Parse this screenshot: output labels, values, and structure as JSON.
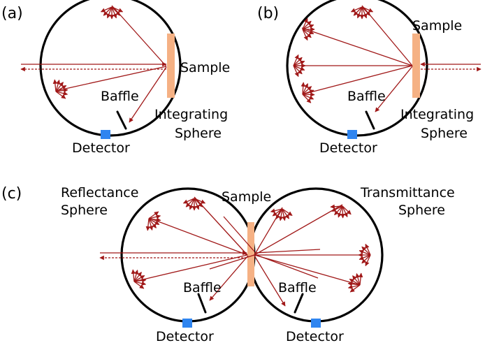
{
  "panels": {
    "a": {
      "label": "(a)",
      "sample_label": "Sample",
      "baffle_label": "Baffle",
      "sphere_label_line1": "Integrating",
      "sphere_label_line2": "Sphere",
      "detector_label": "Detector"
    },
    "b": {
      "label": "(b)",
      "sample_label": "Sample",
      "baffle_label": "Baffle",
      "sphere_label_line1": "Integrating",
      "sphere_label_line2": "Sphere",
      "detector_label": "Detector"
    },
    "c": {
      "label": "(c)",
      "reflectance_line1": "Reflectance",
      "reflectance_line2": "Sphere",
      "sample_label": "Sample",
      "transmittance_line1": "Transmittance",
      "transmittance_line2": "Sphere",
      "baffle_left_label": "Baffle",
      "baffle_right_label": "Baffle",
      "detector_left_label": "Detector",
      "detector_right_label": "Detector"
    }
  },
  "colors": {
    "ray": "#a01818",
    "sample": "#f5b184",
    "detector": "#2f85f0",
    "sphere": "#000000"
  }
}
